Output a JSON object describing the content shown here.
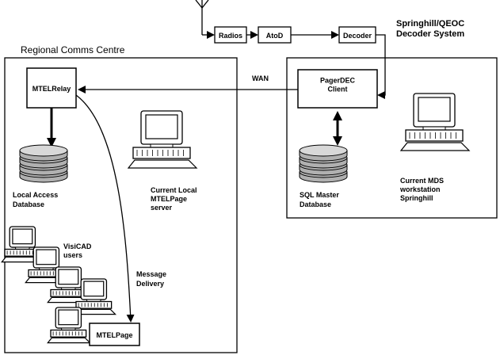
{
  "title": "Springhill/QEOC\nDecoder System",
  "regional_title": "Regional Comms Centre",
  "boxes": {
    "radios": "Radios",
    "atod": "AtoD",
    "decoder": "Decoder",
    "mtelrelay": "MTELRelay",
    "pagerdec": "PagerDEC\nClient",
    "mtelpage": "MTELPage"
  },
  "labels": {
    "wan": "WAN",
    "local_access_db": "Local Access\nDatabase",
    "current_local_server": "Current Local\nMTELPage\nserver",
    "visicad_users": "VisiCAD\nusers",
    "message_delivery": "Message\nDelivery",
    "sql_master_db": "SQL Master\nDatabase",
    "current_mds_ws": "Current MDS\nworkstation\nSpringhill"
  },
  "colors": {
    "stroke": "#000000",
    "db_gray": "#b0b0b0",
    "db_light": "#d8d8d8",
    "screen": "#ffffff"
  },
  "icons": {
    "antenna": "antenna-icon",
    "database": "database-icon",
    "workstation": "workstation-icon"
  }
}
